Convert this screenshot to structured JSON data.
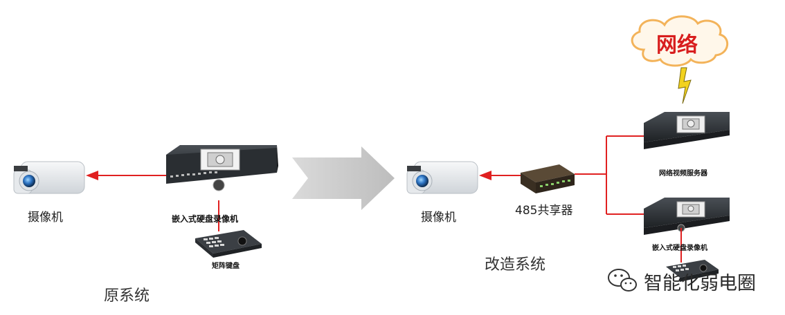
{
  "original_system": {
    "camera_label": "摄像机",
    "dvr_label": "嵌入式硬盘录像机",
    "keyboard_label": "矩阵键盘",
    "caption": "原系统"
  },
  "modified_system": {
    "camera_label": "摄像机",
    "sharer_label": "485共享器",
    "caption": "改造系统",
    "network_label": "网络",
    "video_server_label": "网络视频服务器",
    "dvr_label": "嵌入式硬盘录像机"
  },
  "watermark": "智能化弱电圈",
  "colors": {
    "line_red": "#e02020",
    "arrow_gray": "#c9c9c9",
    "device_dark": "#2f3338",
    "camera_body": "#e9ecef",
    "cloud_orange": "#f3b35a"
  },
  "icons": {
    "camera": "cctv-camera-icon",
    "dvr": "dvr-device-icon",
    "keyboard": "control-keyboard-icon",
    "sharer": "485-sharer-box-icon",
    "cloud": "network-cloud-icon",
    "lightning": "lightning-bolt-icon",
    "wechat": "wechat-logo-icon"
  }
}
